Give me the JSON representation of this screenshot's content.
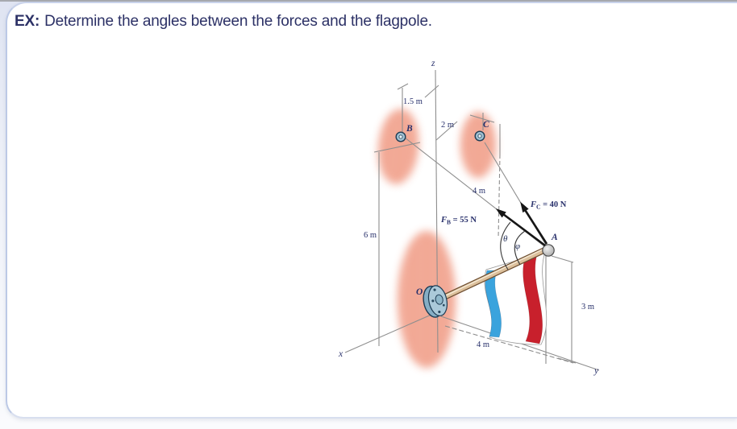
{
  "title": {
    "tag": "EX:",
    "text": "Determine the angles between the forces and the flagpole."
  },
  "figure": {
    "axis_labels": {
      "z": "z",
      "x": "x",
      "y": "y"
    },
    "point_labels": {
      "A": "A",
      "B": "B",
      "C": "C",
      "O": "O"
    },
    "dimensions": {
      "top_offset": "1.5 m",
      "wall_gap": "2 m",
      "upper_height": "4 m",
      "wall_height": "6 m",
      "pole_height": "3 m",
      "base_depth": "4 m"
    },
    "forces": {
      "FB": {
        "symbol": "F",
        "sub": "B",
        "rest": " = 55 N"
      },
      "FC": {
        "symbol": "F",
        "sub": "C",
        "rest": " = 40 N"
      }
    },
    "angles": {
      "theta": "θ",
      "phi": "φ"
    }
  },
  "colors": {
    "text_navy": "#28306b",
    "wall_salmon": "#ef9379",
    "wall_joint": "#f9cfc2",
    "flag_blue": "#3aa3dd",
    "flag_red": "#c8202c",
    "pole_tan": "#dcc09c",
    "pole_edge": "#6e4e30",
    "fitting_blue": "#abc9d9",
    "line_gray": "#8e8e8e",
    "force_black": "#161616",
    "card_border": "#bcc9e6"
  }
}
